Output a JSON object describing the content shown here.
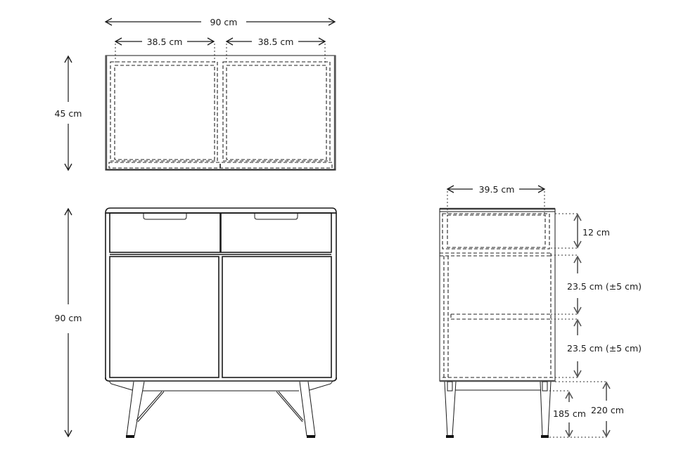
{
  "drawing": {
    "top_view": {
      "total_width": "90 cm",
      "left_compartment_width": "38.5 cm",
      "right_compartment_width": "38.5 cm",
      "depth": "45 cm"
    },
    "front_view": {
      "height": "90 cm"
    },
    "side_view": {
      "inner_depth": "39.5 cm",
      "drawer_height": "12 cm",
      "upper_shelf_height": "23.5 cm (±5 cm)",
      "lower_shelf_height": "23.5 cm (±5 cm)",
      "leg_clearance_inner": "185 cm",
      "leg_clearance_outer": "220 cm"
    }
  },
  "colors": {
    "line": "#1a1a1a",
    "background": "#ffffff"
  }
}
